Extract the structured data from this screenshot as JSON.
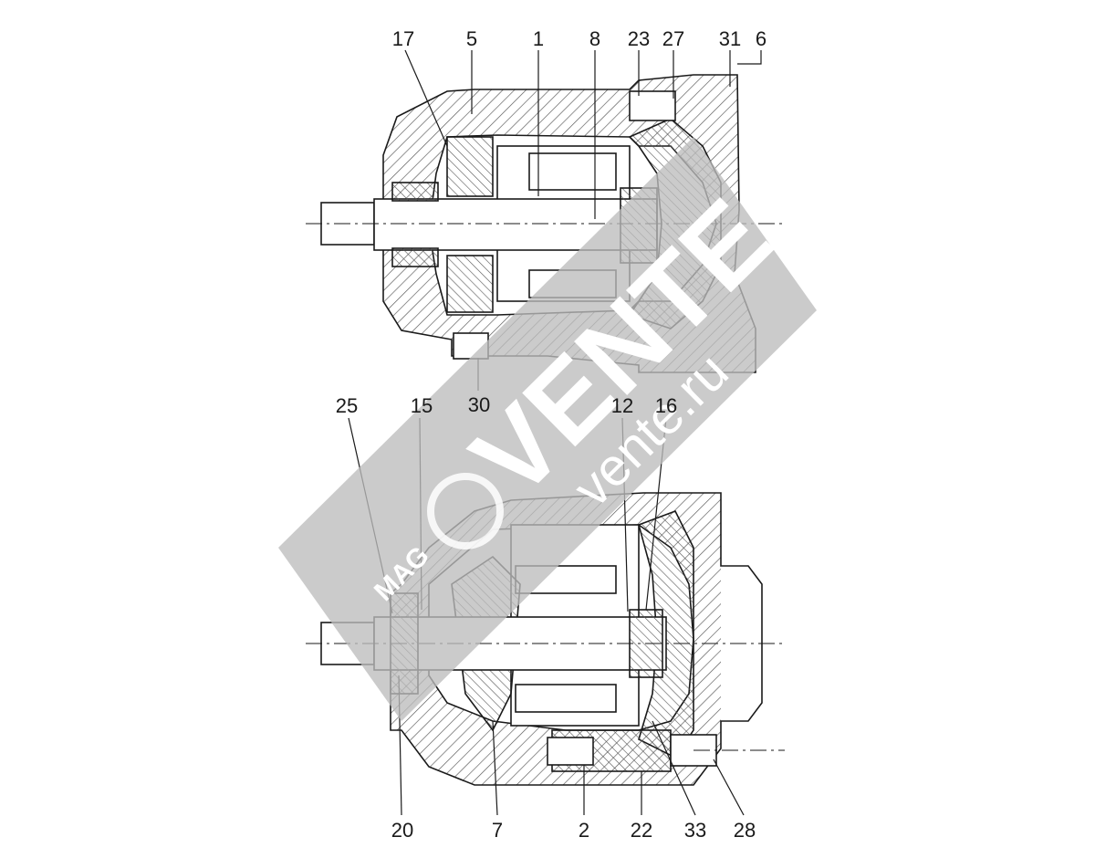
{
  "diagram": {
    "top_view": {
      "callouts": [
        {
          "id": "17",
          "text": "17"
        },
        {
          "id": "5",
          "text": "5"
        },
        {
          "id": "1",
          "text": "1"
        },
        {
          "id": "8",
          "text": "8"
        },
        {
          "id": "23",
          "text": "23"
        },
        {
          "id": "27",
          "text": "27"
        },
        {
          "id": "31",
          "text": "31"
        },
        {
          "id": "6",
          "text": "6"
        },
        {
          "id": "30",
          "text": "30"
        }
      ]
    },
    "bottom_view": {
      "callouts": [
        {
          "id": "25",
          "text": "25"
        },
        {
          "id": "15",
          "text": "15"
        },
        {
          "id": "12",
          "text": "12"
        },
        {
          "id": "16",
          "text": "16"
        },
        {
          "id": "20",
          "text": "20"
        },
        {
          "id": "7",
          "text": "7"
        },
        {
          "id": "2",
          "text": "2"
        },
        {
          "id": "22",
          "text": "22"
        },
        {
          "id": "33",
          "text": "33"
        },
        {
          "id": "28",
          "text": "28"
        }
      ]
    },
    "watermark": {
      "main": "VENTE",
      "domain": "vente.ru",
      "logo": "MAG"
    }
  },
  "colors": {
    "line": "#1a1a1a",
    "hatch": "#4a4a4a",
    "watermark_band": "#bdbdbd"
  }
}
